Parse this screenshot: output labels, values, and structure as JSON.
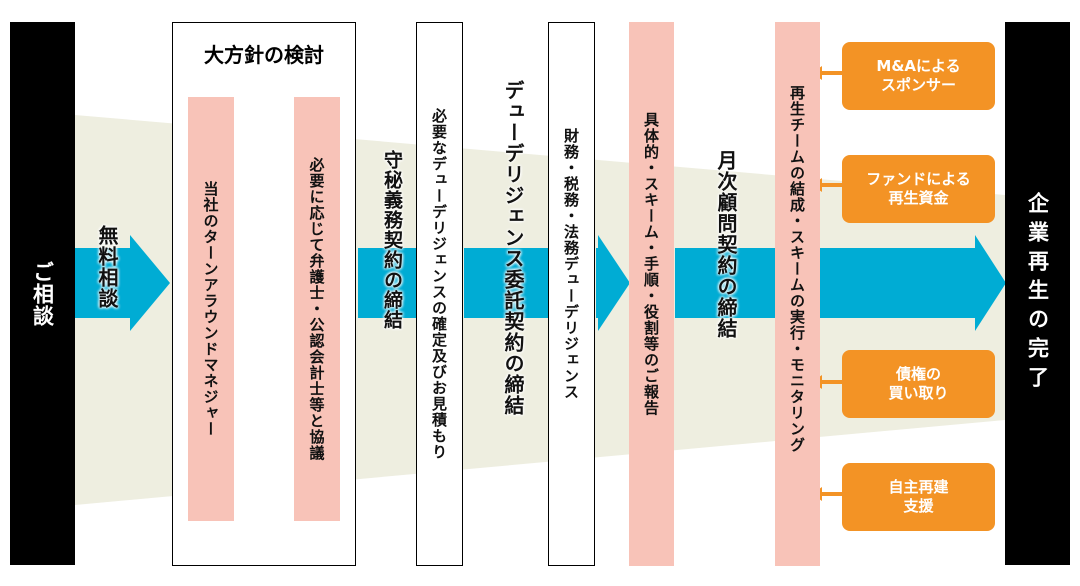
{
  "start": "ご相談",
  "end": "企業再生の完了",
  "free_consult": "無料相談",
  "policy": {
    "title": "大方針の検討",
    "step1": "当社のターンアラウンドマネジャー",
    "step2": "必要に応じて弁護士・公認会計士等と協議"
  },
  "nda": "守秘義務契約の締結",
  "dd_quote": "必要なデューデリジェンスの確定及びお見積もり",
  "dd_contract": "デューデリジェンス委託契約の締結",
  "dd_exec": "財務・税務・法務デューデリジェンス",
  "report": "具体的・スキーム・手順・役割等のご報告",
  "monthly": "月次顧問契約の締結",
  "execute": "再生チームの結成・スキームの実行・モニタリング",
  "options": [
    "M&Aによる\nスポンサー",
    "ファンドによる\n再生資金",
    "債権の\n買い取り",
    "自主再建\n支援"
  ],
  "colors": {
    "blue": "#00acd4",
    "beige": "#eeeee0",
    "pink": "#f8c3b8",
    "orange": "#f39325"
  }
}
